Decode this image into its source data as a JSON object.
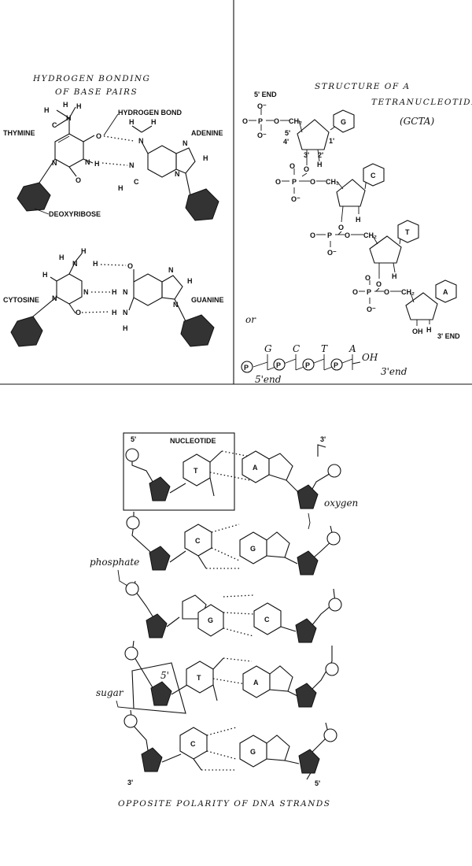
{
  "base_pairs": {
    "title_line1": "HYDROGEN BONDING",
    "title_line2": "OF BASE PAIRS",
    "thymine": "THYMINE",
    "adenine": "ADENINE",
    "hydrogen_bond": "HYDROGEN BOND",
    "deoxyribose": "DEOXYRIBOSE",
    "cytosine": "CYTOSINE",
    "guanine": "GUANINE",
    "atoms": {
      "C": "C",
      "H": "H",
      "N": "N",
      "O": "O"
    }
  },
  "tetranucleotide": {
    "title_line1": "STRUCTURE OF A",
    "title_line2": "TETRANUCLEOTIDE",
    "title_line3": "(GCTA)",
    "five_end": "5' END",
    "three_end": "3' END",
    "o_minus": "O⁻",
    "p": "P",
    "o": "O",
    "oh": "OH",
    "ch2": "CH₂",
    "h": "H",
    "c5": "5'",
    "c4": "4'",
    "c3": "3'",
    "c2": "2'",
    "c1": "1'",
    "bases": [
      "G",
      "C",
      "T",
      "A"
    ],
    "or_label": "or",
    "shorthand_bases": [
      "G",
      "C",
      "T",
      "A"
    ],
    "shorthand_p": "P",
    "shorthand_oh": "OH",
    "shorthand_5end": "5'end",
    "shorthand_3end": "3'end"
  },
  "polarity": {
    "five_top": "5'",
    "three_top": "3'",
    "nucleotide": "NUCLEOTIDE",
    "oxygen": "oxygen",
    "phosphate": "phosphate",
    "sugar": "sugar",
    "sugar_five": "5'",
    "three_bottom": "3'",
    "five_bottom": "5'",
    "caption": "OPPOSITE POLARITY OF DNA STRANDS",
    "pairs": [
      {
        "left": "T",
        "right": "A"
      },
      {
        "left": "C",
        "right": "G"
      },
      {
        "left": "G",
        "right": "C"
      },
      {
        "left": "T",
        "right": "A"
      },
      {
        "left": "C",
        "right": "G"
      }
    ]
  }
}
